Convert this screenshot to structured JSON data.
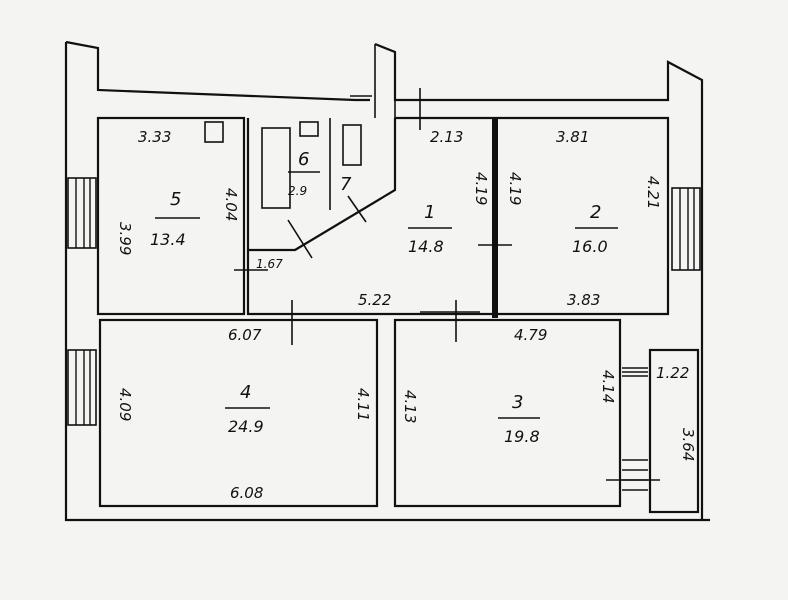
{
  "rooms": [
    {
      "id": "1",
      "area": "14.8"
    },
    {
      "id": "2",
      "area": "16.0"
    },
    {
      "id": "3",
      "area": "19.8"
    },
    {
      "id": "4",
      "area": "24.9"
    },
    {
      "id": "5",
      "area": "13.4"
    },
    {
      "id": "6",
      "area": "2.9"
    },
    {
      "id": "7"
    }
  ],
  "dimensions": {
    "r5_top": "3.33",
    "r5_left": "3.99",
    "r5_right": "4.04",
    "corridor_top": "2.13",
    "r1_left": "4.19",
    "r1_right": "4.19",
    "r2_top": "3.81",
    "r2_right": "4.21",
    "r2_bottom": "3.83",
    "hall_small": "1.67",
    "hall_bottom": "5.22",
    "r4_top": "6.07",
    "r4_left": "4.09",
    "r4_right": "4.11",
    "r4_bottom": "6.08",
    "r3_top": "4.79",
    "r3_left": "4.13",
    "r3_right": "4.14",
    "balcony_width": "1.22",
    "balcony_length": "3.64"
  }
}
